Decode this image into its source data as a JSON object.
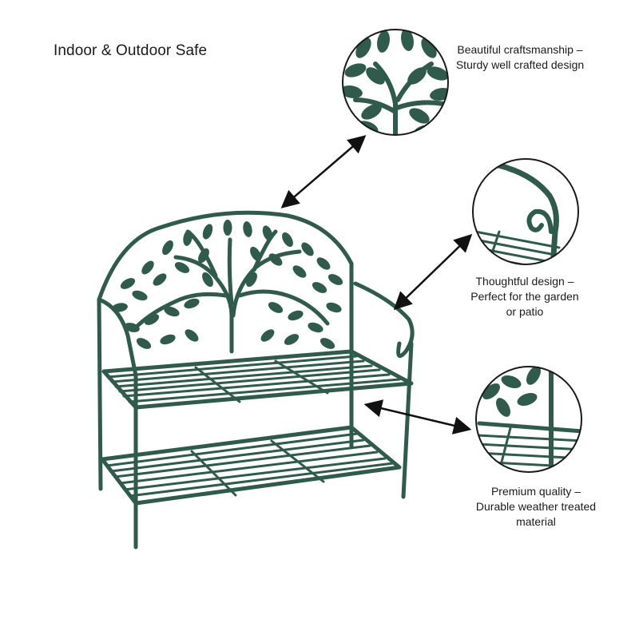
{
  "headline": "Indoor & Outdoor Safe",
  "features": [
    {
      "line1": "Beautiful craftsmanship –",
      "line2": "Sturdy well crafted design",
      "line3": ""
    },
    {
      "line1": "Thoughtful design –",
      "line2": "Perfect for the garden",
      "line3": "or patio"
    },
    {
      "line1": "Premium quality –",
      "line2": "Durable weather treated",
      "line3": "material"
    }
  ],
  "colors": {
    "metal": "#2f5a4c",
    "metal_light": "#4d7a69",
    "circle_outline": "#1a1a1a",
    "arrow": "#111111",
    "text": "#1a1a1a"
  },
  "icons": [
    "leaf-motif",
    "scroll-armrest",
    "shelf-grid"
  ]
}
